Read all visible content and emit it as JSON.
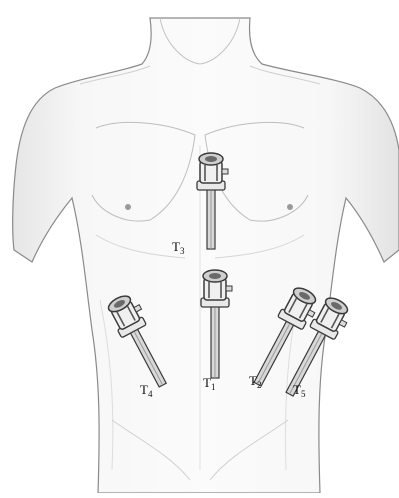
{
  "diagram": {
    "figure": "torso-outline",
    "trocars": [
      {
        "id": "T3",
        "base": "T",
        "sub": "3"
      },
      {
        "id": "T1",
        "base": "T",
        "sub": "1"
      },
      {
        "id": "T2",
        "base": "T",
        "sub": "2"
      },
      {
        "id": "T4",
        "base": "T",
        "sub": "4"
      },
      {
        "id": "T5",
        "base": "T",
        "sub": "5"
      }
    ]
  },
  "icons": {
    "trocar": "trocar-port-icon"
  },
  "colors": {
    "outline": "#8a8a8a",
    "skin": "#f6f6f6",
    "shade": "#e4e4e4",
    "instrument": "#3a3a3a",
    "instrument_light": "#d8d8d8",
    "label": "#111111"
  }
}
